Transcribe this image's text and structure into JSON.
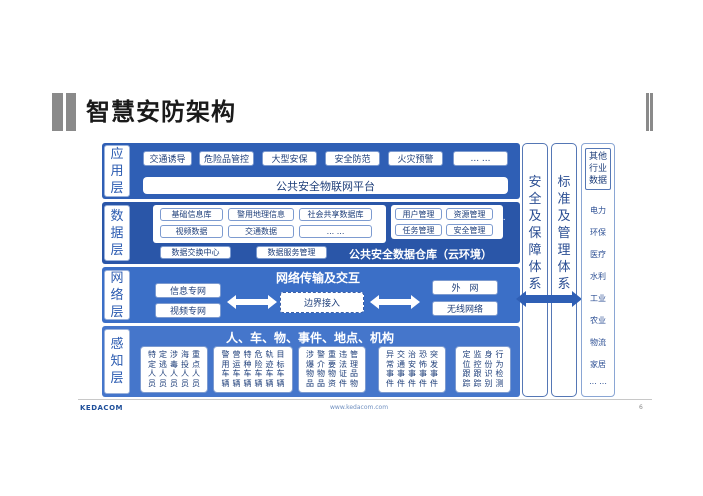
{
  "title": "智慧安防架构",
  "layers": {
    "app": {
      "label": "应用层",
      "items": [
        "交通诱导",
        "危险品管控",
        "大型安保",
        "安全防范",
        "火灾预警",
        "... ..."
      ],
      "platform": "公共安全物联网平台"
    },
    "data": {
      "label": "数据层",
      "left_items": [
        "基础信息库",
        "警用地理信息",
        "社会共享数据库",
        "视频数据",
        "交通数据",
        "... ..."
      ],
      "right_items": [
        "用户管理",
        "资源管理",
        "任务管理",
        "安全管理"
      ],
      "extra": "...",
      "bottom_items": [
        "数据交换中心",
        "数据服务管理"
      ],
      "platform": "公共安全数据仓库（云环境）"
    },
    "network": {
      "label": "网络层",
      "heading": "网络传输及交互",
      "left_items": [
        "信息专网",
        "视频专网"
      ],
      "center": "边界接入",
      "right_items": [
        "外　网",
        "无线网络"
      ]
    },
    "sensing": {
      "label": "感知层",
      "heading": "人、车、物、事件、地点、机构",
      "groups": [
        [
          "特定人员",
          "定逃人员",
          "涉毒人员",
          "海投人员",
          "重点人员"
        ],
        [
          "警用车辆",
          "营运车辆",
          "特种车辆",
          "危险车辆",
          "轨迹车辆",
          "目标车辆"
        ],
        [
          "涉爆物品",
          "警介物品",
          "重要物资",
          "违法证件",
          "管理品物"
        ],
        [
          "异常事件",
          "交通事件",
          "治安事件",
          "恐怖事件",
          "突发事件"
        ],
        [
          "定位跟踪",
          "监控跟踪",
          "身份识别",
          "行为检测"
        ]
      ]
    }
  },
  "vertical": {
    "security": "安全及保障体系",
    "standards": "标准及管理体系"
  },
  "industries": {
    "header": "其他行业数据",
    "items": [
      "电力",
      "环保",
      "医疗",
      "水利",
      "工业",
      "农业",
      "物流",
      "家居",
      "... ..."
    ]
  },
  "footer": {
    "logo": "KEDACOM",
    "url": "www.kedacom.com",
    "page": "6"
  },
  "colors": {
    "app_layer": "#2f5fb5",
    "data_layer": "#2a56a8",
    "network_layer": "#3b6fc7",
    "sensing_layer": "#4576cb",
    "label_text": "#2b5bb0"
  }
}
